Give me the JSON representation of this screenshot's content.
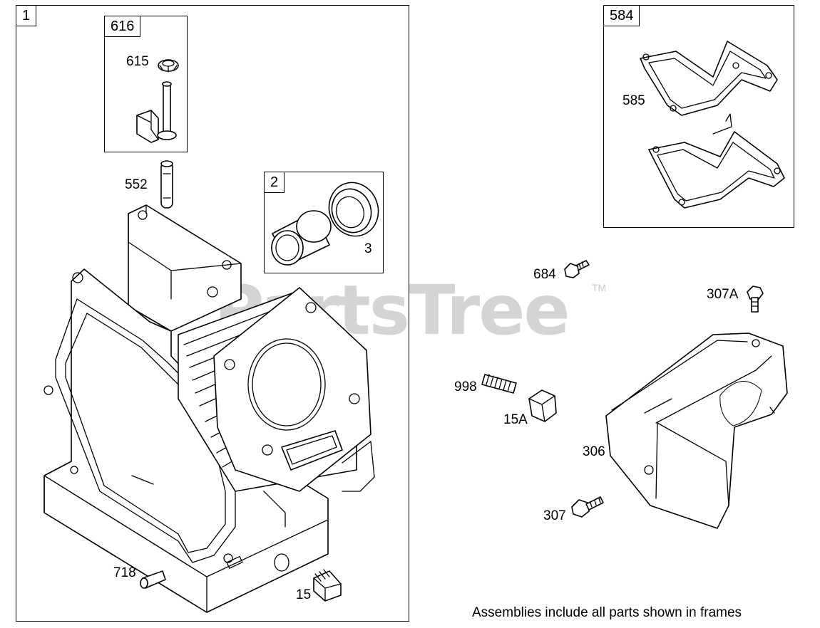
{
  "watermark": {
    "text": "PartsTree",
    "trademark": "TM"
  },
  "frames": {
    "f1": "1",
    "f616": "616",
    "f2": "2",
    "f584": "584"
  },
  "labels": {
    "p615": "615",
    "p552": "552",
    "p3": "3",
    "p718": "718",
    "p15": "15",
    "p585": "585",
    "p684": "684",
    "p307A": "307A",
    "p998": "998",
    "p15A": "15A",
    "p306": "306",
    "p307": "307"
  },
  "note": "Assemblies include all parts shown in frames"
}
